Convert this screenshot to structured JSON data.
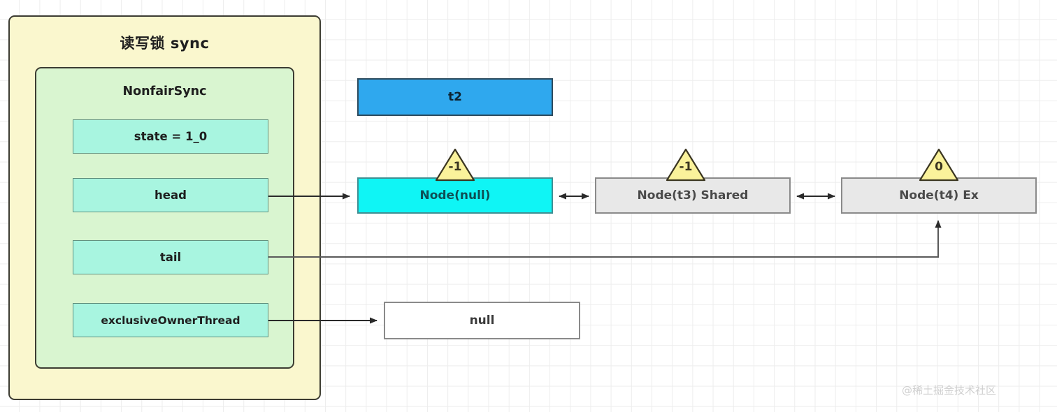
{
  "diagram": {
    "title_outer": "读写锁 sync",
    "title_inner": "NonfairSync",
    "fields": [
      {
        "label": "state = 1_0",
        "name": "state"
      },
      {
        "label": "head",
        "name": "head"
      },
      {
        "label": "tail",
        "name": "tail"
      },
      {
        "label": "exclusiveOwnerThread",
        "name": "exclusiveOwnerThread"
      }
    ],
    "thread_box": {
      "label": "t2"
    },
    "nodes": [
      {
        "label": "Node(null)",
        "wait_status": "-1"
      },
      {
        "label": "Node(t3) Shared",
        "wait_status": "-1"
      },
      {
        "label": "Node(t4) Ex",
        "wait_status": "0"
      }
    ],
    "owner_value": {
      "label": "null"
    },
    "watermark": "@稀土掘金技术社区",
    "colors": {
      "outer_panel": "#FAF7CE",
      "inner_panel": "#D9F5D0",
      "field_box": "#A8F5E0",
      "thread_box": "#2FA8EE",
      "head_node": "#0FF5F5",
      "queued_node": "#E8E8E8",
      "badge": "#FAF29B",
      "border_dark": "#3c3c32",
      "grid": "#ededed"
    }
  }
}
